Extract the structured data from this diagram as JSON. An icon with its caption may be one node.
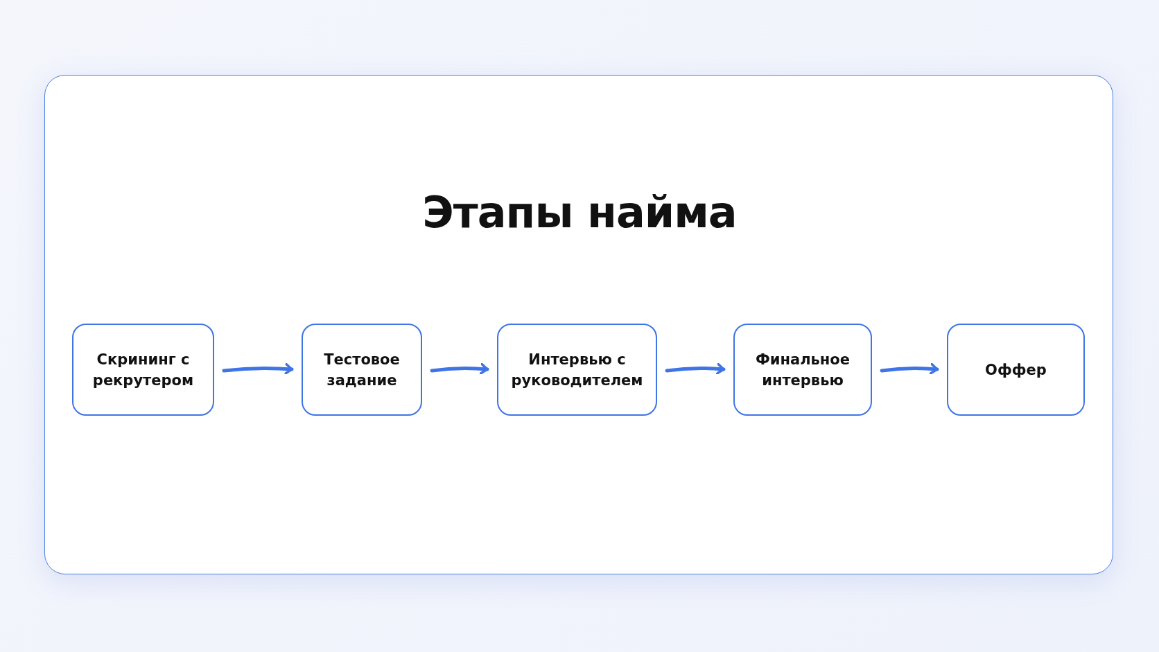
{
  "diagram": {
    "title": "Этапы найма",
    "nodes": [
      {
        "text": [
          "Скрининг с рекрутером"
        ]
      },
      {
        "text": [
          "Тестовое задание"
        ]
      },
      {
        "text": [
          "Интервью с руководителем"
        ]
      },
      {
        "text": [
          "Финальное интервью"
        ]
      },
      {
        "text": [
          "Оффер"
        ]
      }
    ],
    "edges": [
      {
        "from": 0,
        "to": 1,
        "arrow": "to"
      },
      {
        "from": 1,
        "to": 2,
        "arrow": "to"
      },
      {
        "from": 2,
        "to": 3,
        "arrow": "to"
      },
      {
        "from": 3,
        "to": 4,
        "arrow": "to"
      }
    ]
  }
}
